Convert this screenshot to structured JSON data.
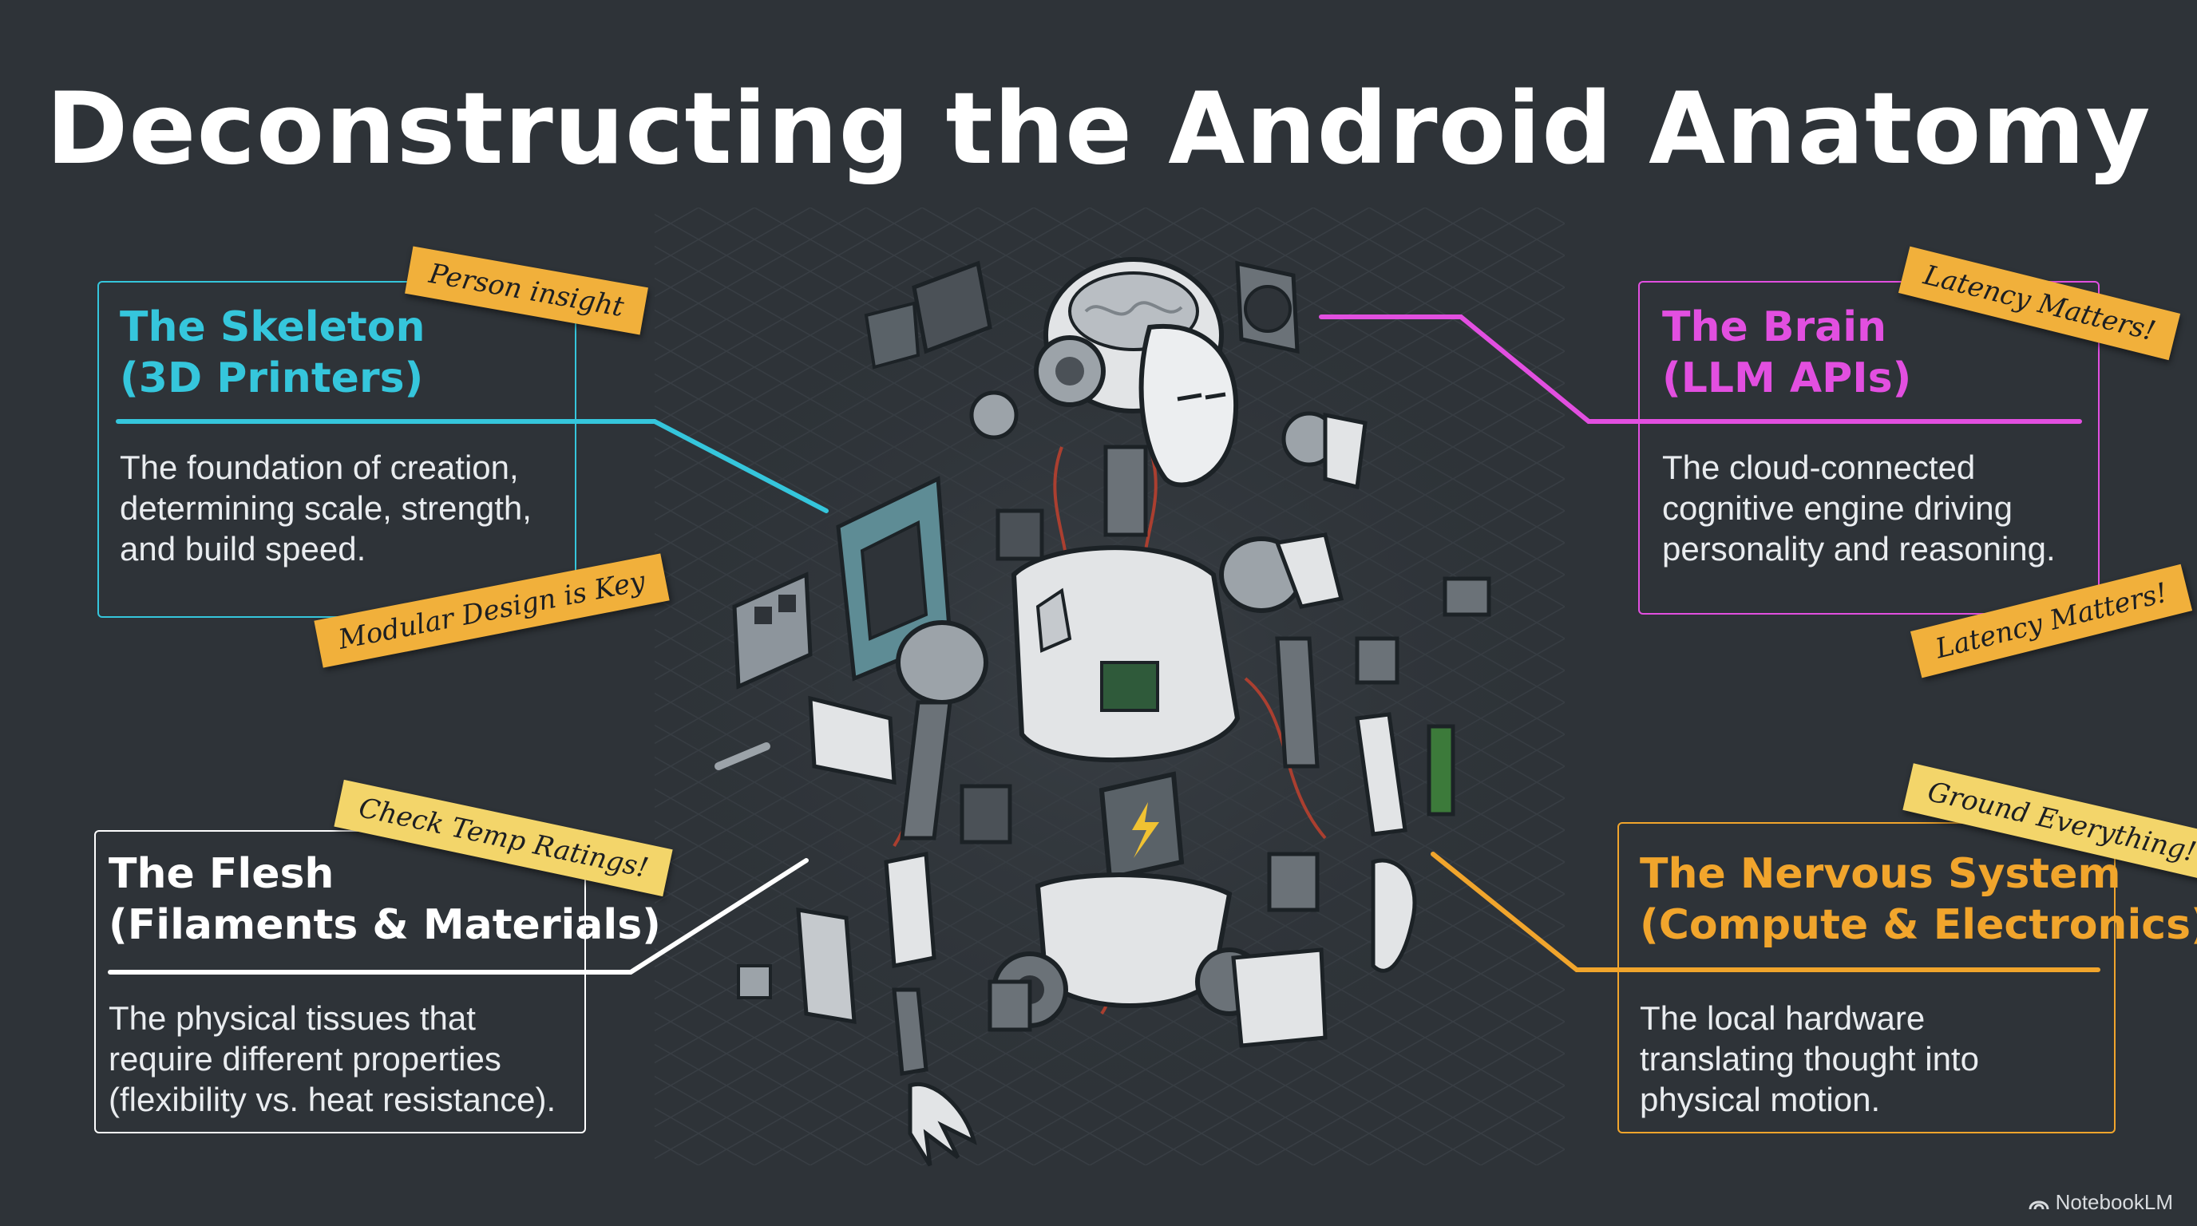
{
  "title": "Deconstructing the Android Anatomy",
  "colors": {
    "background": "#2e3338",
    "skeleton": "#35c6dc",
    "brain": "#e24fe0",
    "flesh": "#ffffff",
    "nervous": "#f1a52c",
    "note": "#f1b03b"
  },
  "cards": {
    "skeleton": {
      "title": "The Skeleton",
      "subtitle": "(3D Printers)",
      "desc": [
        "The foundation of creation,",
        "determining scale, strength,",
        "and build speed."
      ],
      "notes": [
        "Person insight",
        "Modular Design is Key"
      ]
    },
    "brain": {
      "title": "The Brain",
      "subtitle": "(LLM APIs)",
      "desc": [
        "The cloud-connected",
        "cognitive engine driving",
        "personality and reasoning."
      ],
      "notes": [
        "Latency Matters!",
        "Latency Matters!"
      ]
    },
    "flesh": {
      "title": "The Flesh",
      "subtitle": "(Filaments & Materials)",
      "desc": [
        "The physical tissues that",
        "require different properties",
        "(flexibility vs. heat resistance)."
      ],
      "notes": [
        "Check Temp Ratings!"
      ]
    },
    "nervous": {
      "title": "The Nervous System",
      "subtitle": "(Compute & Electronics)",
      "desc": [
        "The local hardware",
        "translating thought into",
        "physical motion."
      ],
      "notes": [
        "Ground Everything!"
      ]
    }
  },
  "illustration": {
    "subject": "exploded android robot",
    "icons": [
      "robot-head-icon",
      "brain-icon",
      "speaker-icon",
      "chip-icon",
      "battery-bolt-icon",
      "robot-hand-icon",
      "motor-icon",
      "frame-plate-icon"
    ]
  },
  "brand": {
    "label": "NotebookLM",
    "icon": "notebooklm-logo-icon"
  }
}
